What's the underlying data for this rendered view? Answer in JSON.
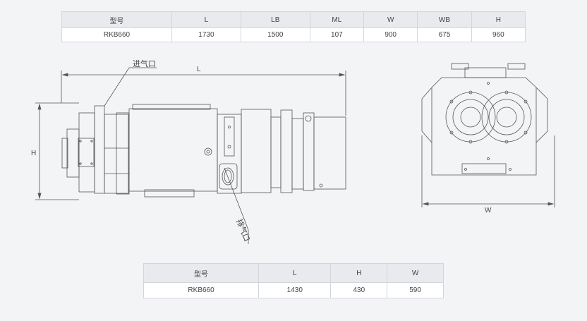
{
  "table1": {
    "headers": [
      "型号",
      "L",
      "LB",
      "ML",
      "W",
      "WB",
      "H"
    ],
    "row": [
      "RKB660",
      "1730",
      "1500",
      "107",
      "900",
      "675",
      "960"
    ]
  },
  "table2": {
    "headers": [
      "型号",
      "L",
      "H",
      "W"
    ],
    "row": [
      "RKB660",
      "1430",
      "430",
      "590"
    ]
  },
  "drawing": {
    "inlet_label": "进气口",
    "outlet_label": "排气口",
    "dim_L": "L",
    "dim_H": "H",
    "dim_W": "W"
  }
}
